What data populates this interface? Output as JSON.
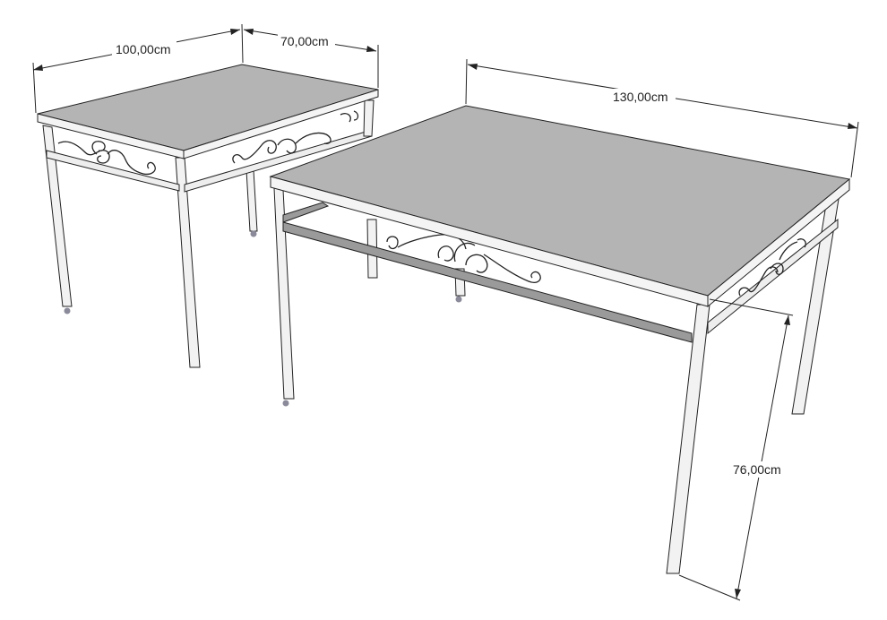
{
  "dimensions": {
    "small_table_length": "100,00cm",
    "small_table_width": "70,00cm",
    "large_table_length": "130,00cm",
    "table_height": "76,00cm"
  },
  "colors": {
    "tabletop": "#b4b4b4",
    "frame": "#f2f2f2",
    "line": "#222222"
  }
}
